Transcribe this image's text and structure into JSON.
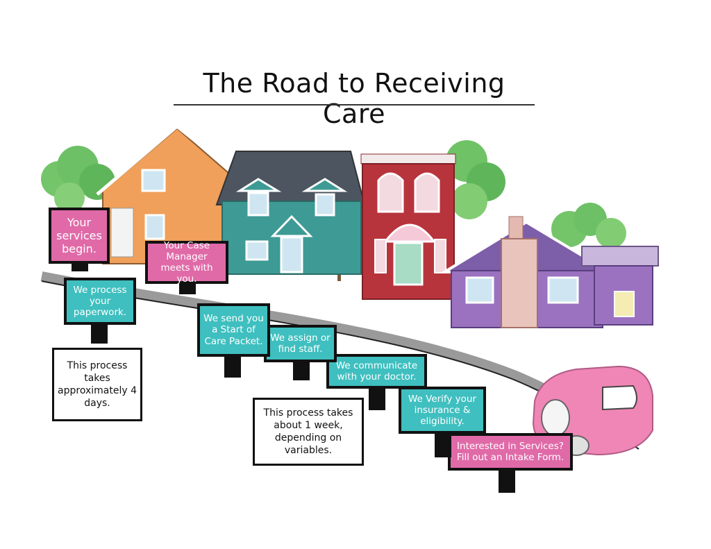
{
  "title": "The Road to Receiving Care",
  "colors": {
    "pink_sign": "#e06aa8",
    "teal_sign": "#3fbfbf",
    "road": "#9a9a9a",
    "car": "#ef86b6",
    "orange_house": "#f0a05a",
    "teal_house": "#3e9a95",
    "red_house": "#b8343c",
    "purple_house": "#9a72c0",
    "tree": "#5ebd5a"
  },
  "steps": [
    {
      "id": "step-interested",
      "color": "pink",
      "text": "Interested in Services? Fill out an Intake Form."
    },
    {
      "id": "step-verify",
      "color": "teal",
      "text": "We Verify your insurance & eligibility."
    },
    {
      "id": "step-communicate",
      "color": "teal",
      "text": "We communicate with your doctor."
    },
    {
      "id": "step-assign",
      "color": "teal",
      "text": "We assign or find staff."
    },
    {
      "id": "step-start-packet",
      "color": "teal",
      "text": "We send you a Start of Care Packet."
    },
    {
      "id": "step-case-manager",
      "color": "pink",
      "text": "Your Case Manager meets with you."
    },
    {
      "id": "step-paperwork",
      "color": "teal",
      "text": "We process your paperwork."
    },
    {
      "id": "step-services-begin",
      "color": "pink",
      "text": "Your services begin."
    }
  ],
  "notes": {
    "week": "This process takes about 1 week, depending on variables.",
    "days": "This process takes approximately 4 days."
  }
}
